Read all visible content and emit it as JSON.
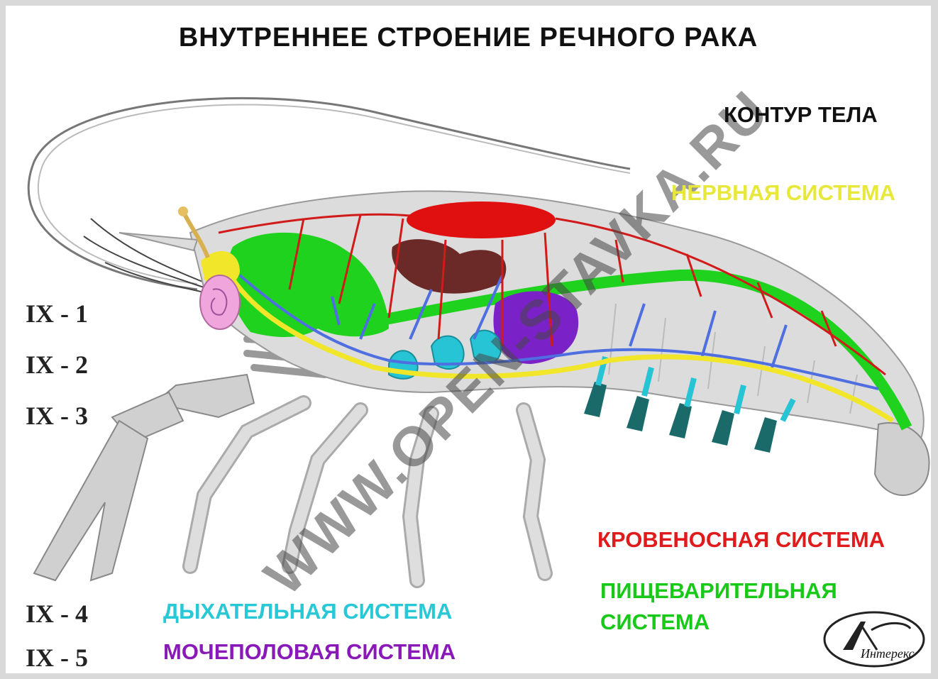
{
  "title": "ВНУТРЕННЕЕ СТРОЕНИЕ РЕЧНОГО РАКА",
  "legend": {
    "body_contour": "КОНТУР ТЕЛА",
    "nervous": "НЕРВНАЯ СИСТЕМА",
    "circulatory": "КРОВЕНОСНАЯ СИСТЕМА",
    "digestive_line1": "ПИЩЕВАРИТЕЛЬНАЯ",
    "digestive_line2": "СИСТЕМА",
    "respiratory": "ДЫХАТЕЛЬНАЯ СИСТЕМА",
    "urogenital": "МОЧЕПОЛОВАЯ СИСТЕМА"
  },
  "codes": [
    "IX - 1",
    "IX - 2",
    "IX - 3",
    "IX - 4",
    "IX - 5"
  ],
  "watermark": "WWW.OPEN-STAVKA.RU",
  "logo_text": "Интерекс",
  "colors": {
    "body": "#d0d0d0",
    "nervous": "#f2e62a",
    "circulatory": "#d11a1a",
    "heart": "#e01010",
    "digestive": "#1ed21e",
    "liver": "#6b2a28",
    "respiratory": "#26c4d4",
    "urogenital": "#7a22c8",
    "vessels": "#4f6fe0",
    "brain": "#f0a6dc"
  },
  "icons": {
    "logo": "interex-logo-icon"
  }
}
